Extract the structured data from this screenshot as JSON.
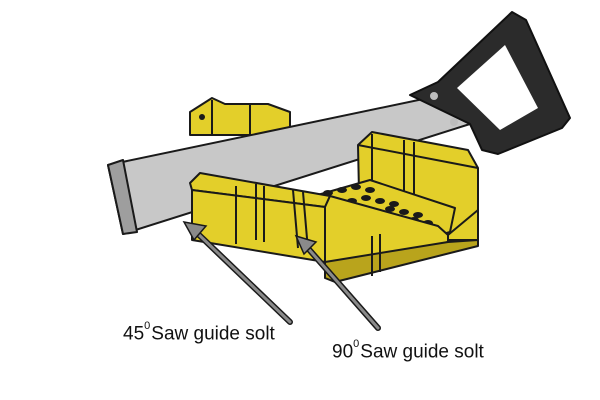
{
  "labels": {
    "guide_45": {
      "number": "45",
      "superscript": "0",
      "text": "Saw guide solt"
    },
    "guide_90": {
      "number": "90",
      "superscript": "0",
      "text": "Saw guide solt"
    }
  },
  "colors": {
    "box_yellow": "#E3CF2A",
    "box_shadow": "#B9A41C",
    "blade": "#C8C8C8",
    "handle": "#2B2B2B",
    "arrow": "#7A7A7A"
  }
}
